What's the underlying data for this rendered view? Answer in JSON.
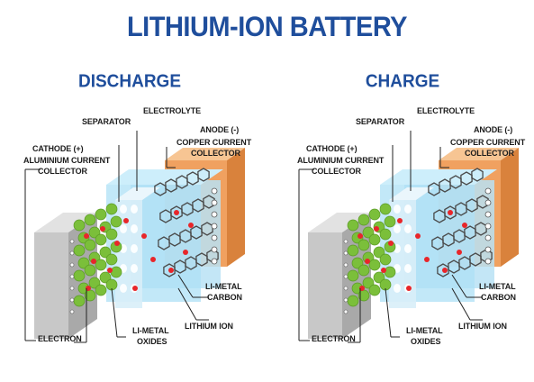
{
  "title": "LITHIUM-ION BATTERY",
  "panels": [
    {
      "mode": "DISCHARGE",
      "labels": {
        "separator": "SEPARATOR",
        "electrolyte": "ELECTROLYTE",
        "anode": "ANODE (-)",
        "copper_1": "COPPER CURRENT",
        "copper_2": "COLLECTOR",
        "cathode": "CATHODE (+)",
        "aluminium_1": "ALUMINIUM CURRENT",
        "aluminium_2": "COLLECTOR",
        "li_metal_carbon_1": "LI-METAL",
        "li_metal_carbon_2": "CARBON",
        "lithium_ion": "LITHIUM ION",
        "electron": "ELECTRON",
        "li_metal_oxides_1": "LI-METAL",
        "li_metal_oxides_2": "OXIDES"
      }
    },
    {
      "mode": "CHARGE",
      "labels": {
        "separator": "SEPARATOR",
        "electrolyte": "ELECTROLYTE",
        "anode": "ANODE (-)",
        "copper_1": "COPPER CURRENT",
        "copper_2": "COLLECTOR",
        "cathode": "CATHODE (+)",
        "aluminium_1": "ALUMINIUM CURRENT",
        "aluminium_2": "COLLECTOR",
        "li_metal_carbon_1": "LI-METAL",
        "li_metal_carbon_2": "CARBON",
        "lithium_ion": "LITHIUM ION",
        "electron": "ELECTRON",
        "li_metal_oxides_1": "LI-METAL",
        "li_metal_oxides_2": "OXIDES"
      }
    }
  ],
  "colors": {
    "title": "#1f4e9c",
    "aluminium": "#c8c8c8",
    "cathode_particle": "#7bbf3a",
    "lithium_ion": "#e8262a",
    "electrolyte": "#aee0f5",
    "separator": "#d8eef8",
    "carbon": "#4a4a4a",
    "copper": "#f0a160"
  }
}
